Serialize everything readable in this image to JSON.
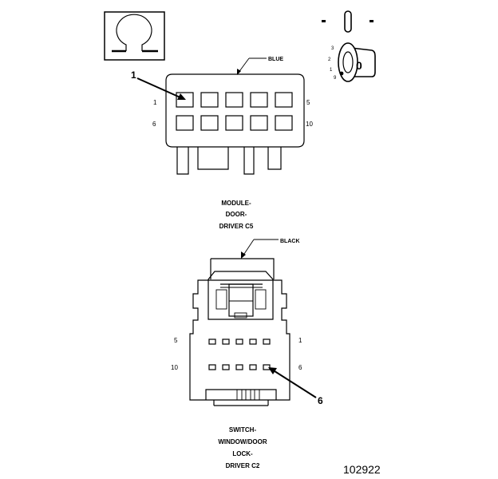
{
  "top_connector": {
    "color_label": "BLUE",
    "callout": "1",
    "pin_labels": {
      "top_left": "1",
      "top_right": "5",
      "bottom_left": "6",
      "bottom_right": "10"
    },
    "caption": [
      "MODULE-",
      "DOOR-",
      "DRIVER C5"
    ]
  },
  "bottom_connector": {
    "color_label": "BLACK",
    "callout": "6",
    "pin_labels": {
      "top_left": "5",
      "top_right": "1",
      "bottom_left": "10",
      "bottom_right": "6"
    },
    "caption": [
      "SWITCH-",
      "WINDOW/DOOR",
      "LOCK-",
      "DRIVER C2"
    ]
  },
  "ignition_icon": {
    "positions": [
      "3",
      "2",
      "1",
      "9"
    ],
    "key_label": "0"
  },
  "ohm_icon": "ohm-symbol-icon",
  "figure_number": "102922"
}
